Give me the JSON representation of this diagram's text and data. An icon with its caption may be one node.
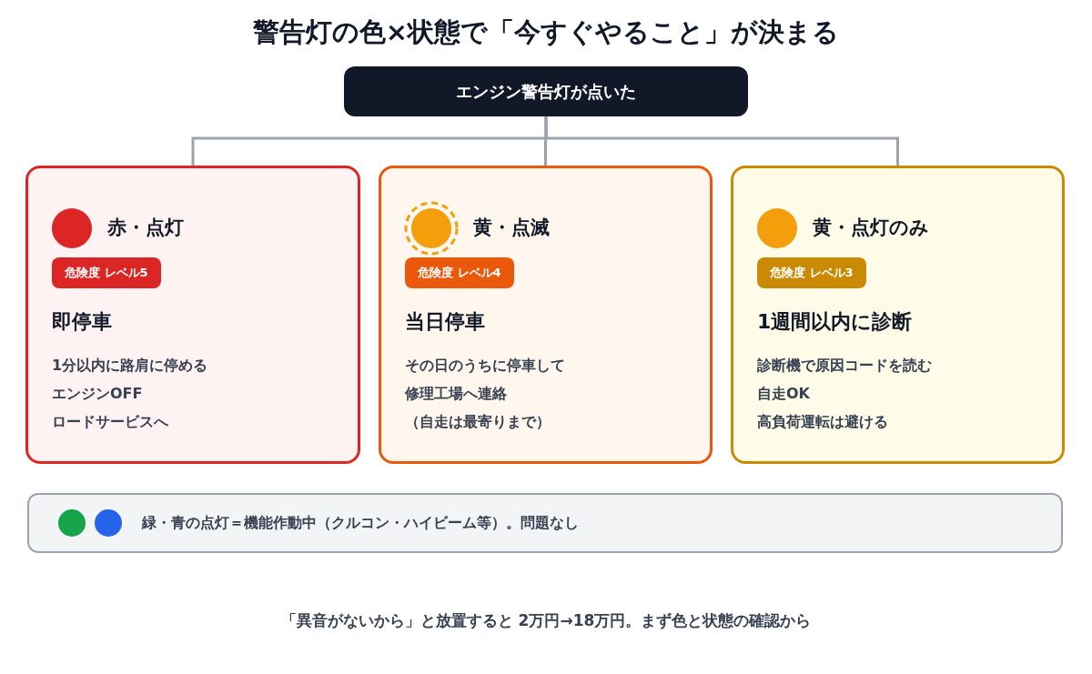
{
  "diagram": {
    "title": "警告灯の色×状態で「今すぐやること」が決まる",
    "nodes": [
      {
        "text": [
          "エンジン警告灯が点いた"
        ]
      },
      {
        "text": [
          "赤・点灯",
          "危険度 レベル5",
          "即停車",
          "1分以内に路肩に停める",
          "エンジンOFF",
          "ロードサービスへ"
        ]
      },
      {
        "text": [
          "黄・点滅",
          "危険度 レベル4",
          "当日停車",
          "その日のうちに停車して",
          "修理工場へ連絡",
          "（自走は最寄りまで）"
        ]
      },
      {
        "text": [
          "黄・点灯のみ",
          "危険度 レベル3",
          "1週間以内に診断",
          "診断機で原因コードを読む",
          "自走OK",
          "高負荷運転は避ける"
        ]
      },
      {
        "text": [
          "緑・青の点灯＝機能作動中（クルコン・ハイビーム等）。問題なし"
        ]
      }
    ],
    "edges": [
      {
        "from": 0,
        "to": 1,
        "arrow": "none"
      },
      {
        "from": 0,
        "to": 2,
        "arrow": "none"
      },
      {
        "from": 0,
        "to": 3,
        "arrow": "none"
      }
    ],
    "caption": "「異音がないから」と放置すると 2万円→18万円。まず色と状態の確認から"
  }
}
